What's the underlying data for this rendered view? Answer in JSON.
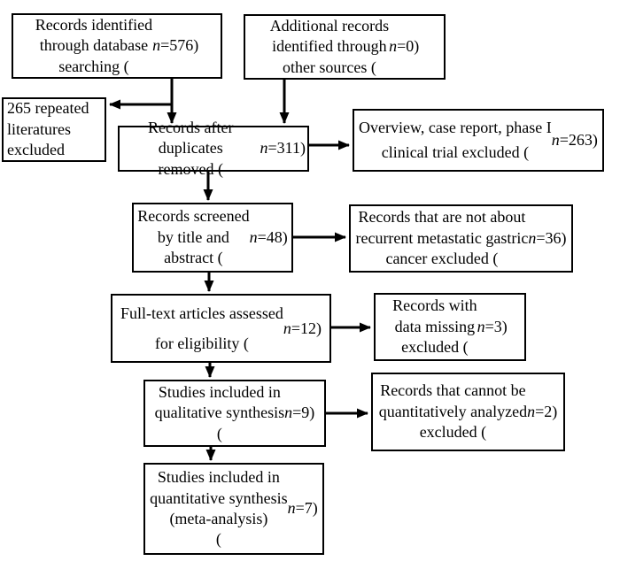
{
  "figure": {
    "type": "prisma-flow-diagram",
    "colors": {
      "box_border": "#000000",
      "box_background": "#ffffff",
      "text": "#000000",
      "arrow": "#000000"
    },
    "boxes": {
      "identified": {
        "text": "Records identified\nthrough database\nsearching (n=576)"
      },
      "additional": {
        "text": "Additional records\nidentified through\nother sources (n=0)"
      },
      "repeated_excluded": {
        "text": "265 repeated\nliteratures\nexcluded"
      },
      "duplicates_removed": {
        "text": "Records after duplicates\nremoved (n=311)"
      },
      "overview_excluded": {
        "text": "Overview, case report, phase I\nclinical trial excluded (n=263)"
      },
      "screened": {
        "text": "Records screened\nby title and\nabstract (n=48)"
      },
      "not_relevant_excluded": {
        "text": "Records that are not about\nrecurrent metastatic gastric\ncancer excluded (n=36)"
      },
      "fulltext_assessed": {
        "text": "Full-text articles assessed\nfor eligibility (n=12)"
      },
      "data_missing_excluded": {
        "text": "Records with\ndata missing\nexcluded (n=3)"
      },
      "qualitative_included": {
        "text": "Studies included in\nqualitative synthesis\n(n=9)"
      },
      "not_quantifiable_excluded": {
        "text": "Records that cannot be\nquantitatively analyzed\nexcluded (n=2)"
      },
      "quantitative_included": {
        "text": "Studies included in\nquantitative synthesis\n(meta-analysis)\n(n=7)"
      }
    },
    "counts": {
      "identified": 576,
      "additional": 0,
      "repeated_excluded": 265,
      "after_duplicates": 311,
      "overview_excluded": 263,
      "screened": 48,
      "not_relevant_excluded": 36,
      "fulltext_assessed": 12,
      "data_missing_excluded": 3,
      "qualitative_included": 9,
      "not_quantifiable_excluded": 2,
      "quantitative_included": 7
    }
  }
}
